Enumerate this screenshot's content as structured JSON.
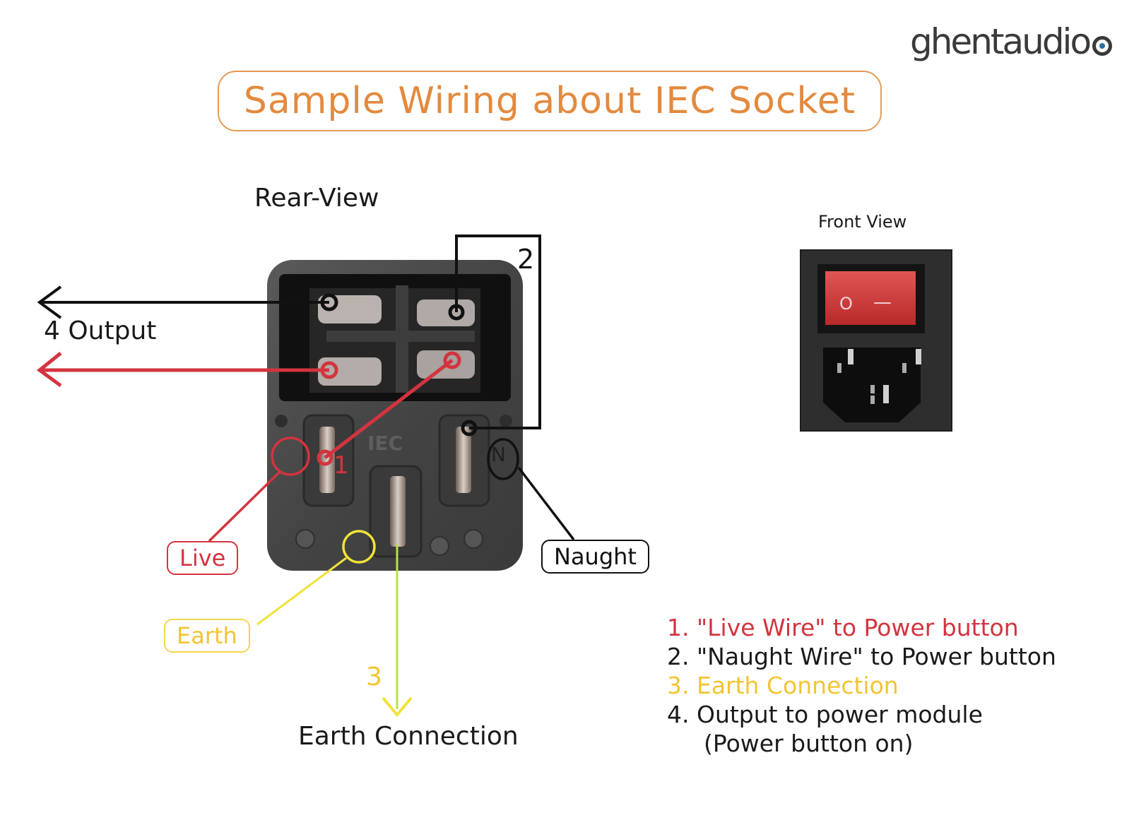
{
  "logo": {
    "text": "ghentaudio"
  },
  "title": "Sample Wiring about IEC Socket",
  "rear_view": {
    "heading": "Rear-View",
    "output_label": "4 Output",
    "wire_numbers": {
      "live": "1",
      "naught": "2",
      "earth": "3"
    },
    "terminal_marks": {
      "n": "N"
    },
    "socket_mark": "IEC"
  },
  "front_view": {
    "heading": "Front View",
    "switch_symbols": [
      "O",
      "—"
    ]
  },
  "callouts": {
    "live": "Live",
    "naught": "Naught",
    "earth": "Earth",
    "earth_connection": "Earth Connection"
  },
  "legend": [
    {
      "text": "1. \"Live Wire\" to Power button",
      "color": "#d3343f"
    },
    {
      "text": "2. \"Naught Wire\" to Power button",
      "color": "#1a1a1a"
    },
    {
      "text": "3. Earth Connection",
      "color": "#f2c531"
    },
    {
      "text": "4. Output to power module",
      "color": "#1a1a1a"
    },
    {
      "text": "(Power button on)",
      "color": "#1a1a1a"
    }
  ],
  "colors": {
    "live": "#d3343f",
    "naught": "#111111",
    "earth": "#f0e23a",
    "earth_wire": "#b8e04a",
    "title": "#e38a3e",
    "switch": "#d93a3a"
  }
}
